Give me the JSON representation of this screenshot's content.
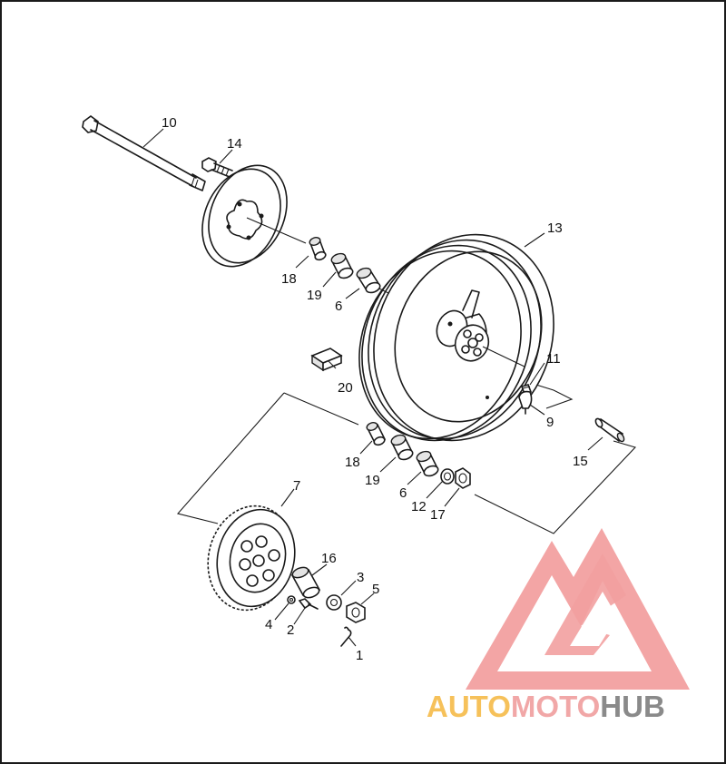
{
  "diagram": {
    "callouts": [
      {
        "id": "c10",
        "text": "10"
      },
      {
        "id": "c14",
        "text": "14"
      },
      {
        "id": "c13",
        "text": "13"
      },
      {
        "id": "c18a",
        "text": "18"
      },
      {
        "id": "c19a",
        "text": "19"
      },
      {
        "id": "c6a",
        "text": "6"
      },
      {
        "id": "c20",
        "text": "20"
      },
      {
        "id": "c11",
        "text": "11"
      },
      {
        "id": "c9",
        "text": "9"
      },
      {
        "id": "c15",
        "text": "15"
      },
      {
        "id": "c18b",
        "text": "18"
      },
      {
        "id": "c19b",
        "text": "19"
      },
      {
        "id": "c6b",
        "text": "6"
      },
      {
        "id": "c12",
        "text": "12"
      },
      {
        "id": "c17",
        "text": "17"
      },
      {
        "id": "c7",
        "text": "7"
      },
      {
        "id": "c16",
        "text": "16"
      },
      {
        "id": "c3",
        "text": "3"
      },
      {
        "id": "c5",
        "text": "5"
      },
      {
        "id": "c4",
        "text": "4"
      },
      {
        "id": "c2",
        "text": "2"
      },
      {
        "id": "c1",
        "text": "1"
      }
    ]
  },
  "watermark": {
    "brand_part1": "AUTO",
    "brand_part2": "MOTO",
    "brand_part3": "HUB",
    "colors": {
      "logo_red": "#f2a0a0",
      "auto": "#f6c15a",
      "moto": "#f1a7a7",
      "hub": "#8a8a8a"
    }
  }
}
